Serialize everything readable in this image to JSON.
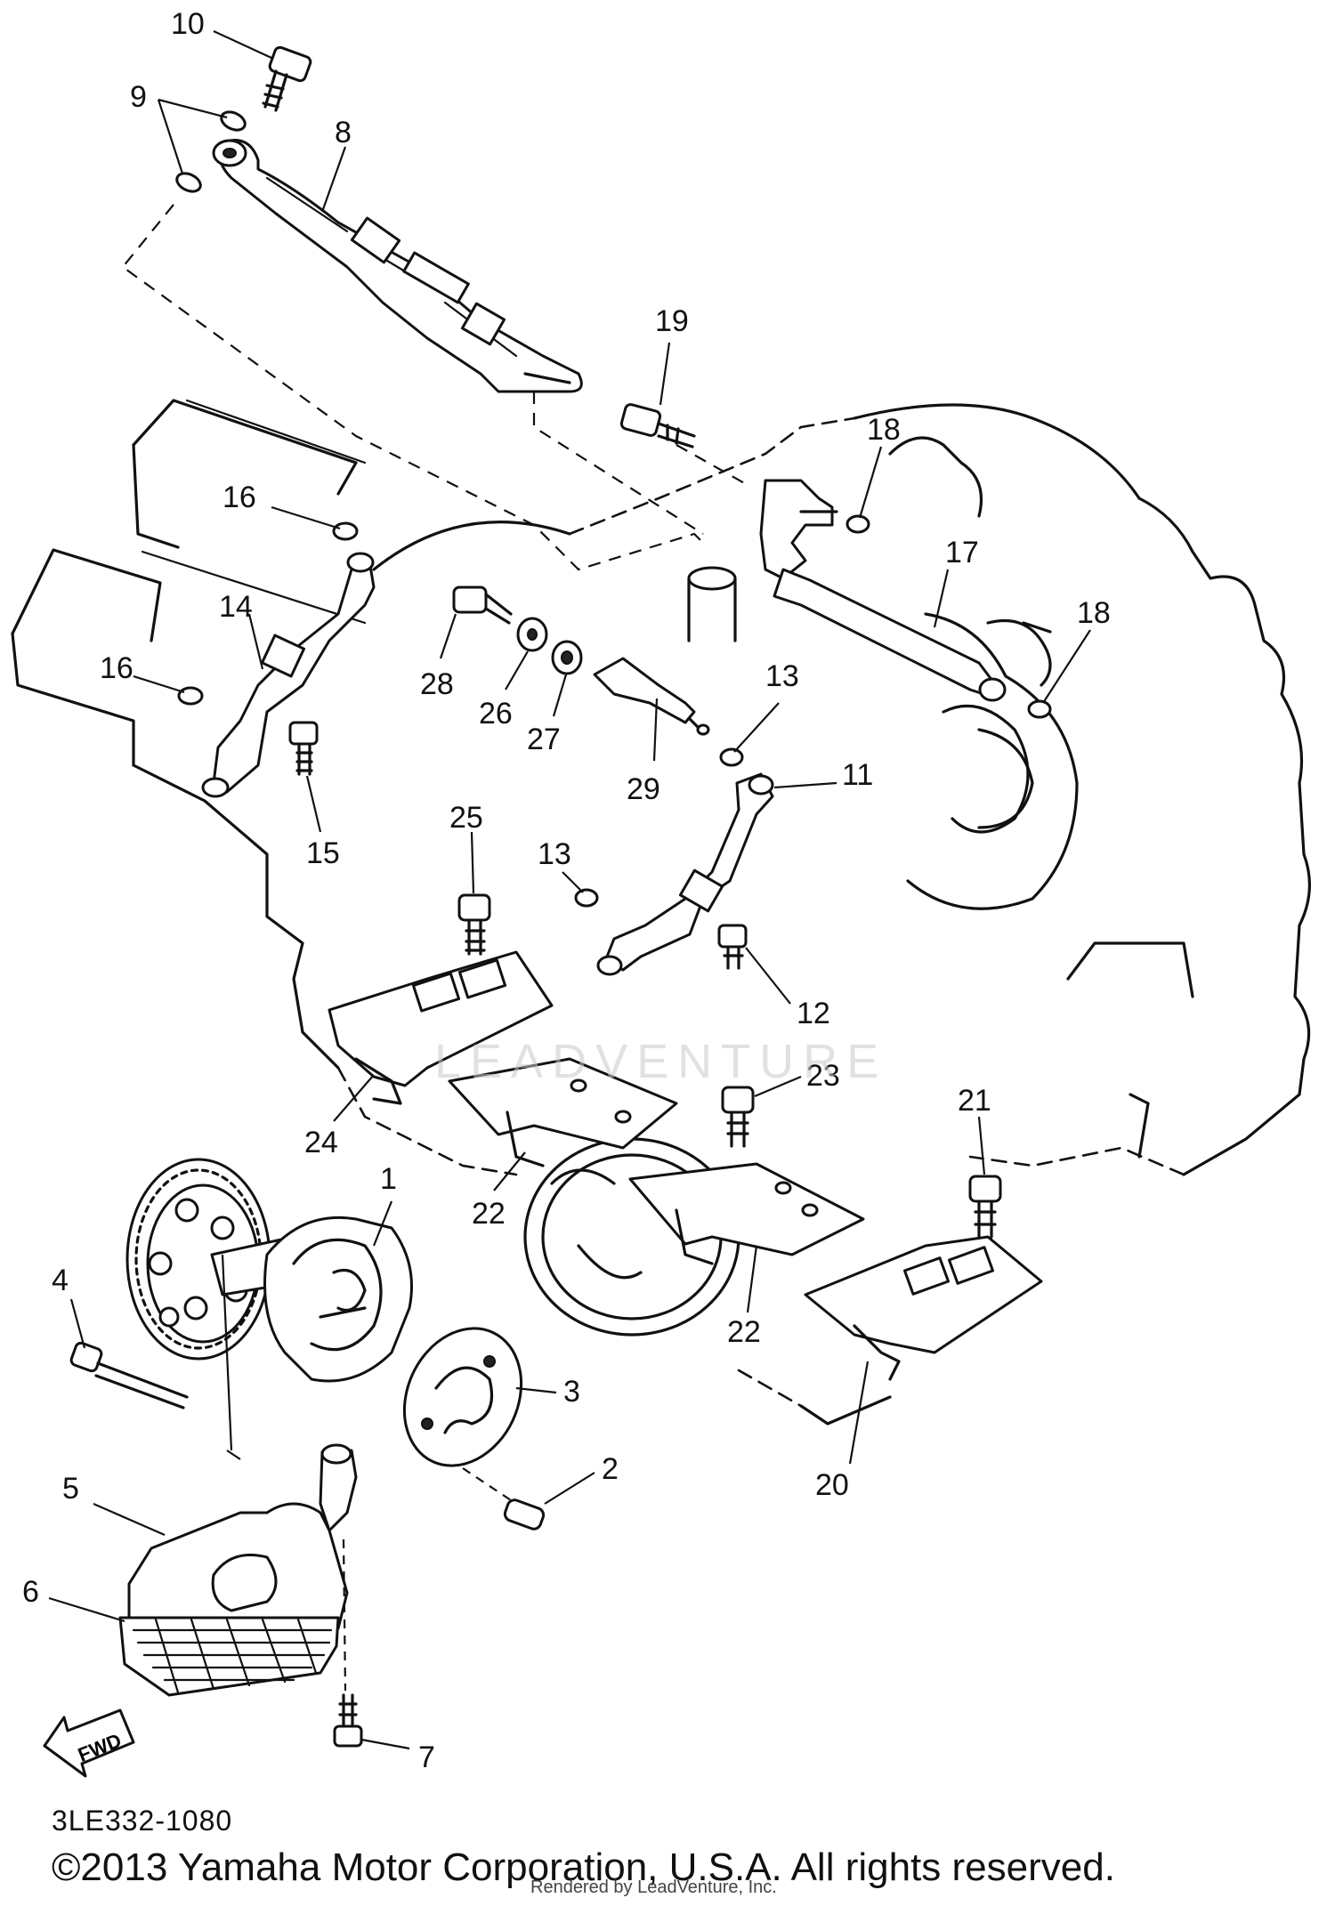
{
  "diagram": {
    "callouts": [
      "1",
      "2",
      "3",
      "4",
      "5",
      "6",
      "7",
      "8",
      "9",
      "10",
      "11",
      "12",
      "13",
      "13",
      "14",
      "15",
      "16",
      "16",
      "17",
      "18",
      "18",
      "19",
      "20",
      "21",
      "22",
      "22",
      "23",
      "24",
      "25",
      "26",
      "27",
      "28",
      "29"
    ],
    "fwd_label": "FWD",
    "diagram_code": "3LE332-1080",
    "copyright": "©2013 Yamaha Motor Corporation, U.S.A. All rights reserved.",
    "render_note": "Rendered by LeadVenture, Inc.",
    "watermark": "LEADVENTURE"
  }
}
